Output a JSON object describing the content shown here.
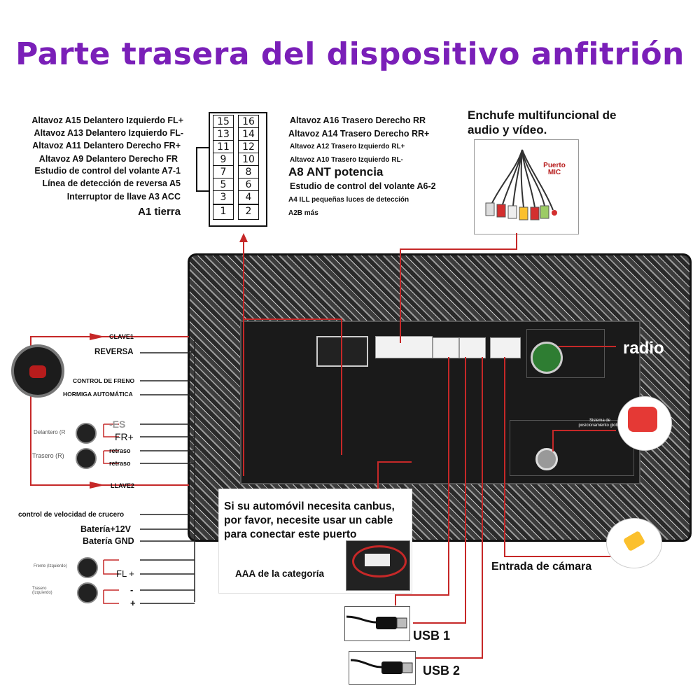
{
  "title": "Parte trasera del dispositivo anfitrión",
  "pinout": {
    "left_labels": [
      "Altavoz A15 Delantero Izquierdo FL+",
      "Altavoz A13 Delantero Izquierdo FL-",
      "Altavoz A11 Delantero Derecho FR+",
      "Altavoz A9 Delantero Derecho FR",
      "Estudio de control del volante A7-1",
      "Línea de detección de reversa A5",
      "Interruptor de llave A3 ACC",
      "A1 tierra"
    ],
    "right_labels": [
      "Altavoz A16 Trasero Derecho RR",
      "Altavoz A14 Trasero Derecho RR+",
      "Altavoz A12 Trasero Izquierdo RL+",
      "Altavoz A10 Trasero Izquierdo RL-",
      "A8 ANT potencia",
      "Estudio de control del volante A6-2",
      "A4 ILL pequeñas luces de detección",
      "A2B más"
    ],
    "left_pins": [
      "15",
      "13",
      "11",
      "9",
      "7",
      "5",
      "3",
      "1"
    ],
    "right_pins": [
      "16",
      "14",
      "12",
      "10",
      "8",
      "6",
      "4",
      "2"
    ]
  },
  "audio_video": {
    "heading_line1": "Enchufe multifuncional de",
    "heading_line2": "audio y vídeo.",
    "mic_label": "Puerto MIC"
  },
  "side_labels": {
    "clave1": "CLAVE1",
    "reversa": "REVERSA",
    "control_freno": "CONTROL DE FRENO",
    "hormiga": "HORMIGA AUTOMÁTICA",
    "delantero": "Delantero (R",
    "es": "-ES",
    "fr_plus": "FR+",
    "trasero": "Trasero (R)",
    "retraso1": "retraso",
    "retraso2": "retraso",
    "llave2": "LLAVE2",
    "crucero": "control de velocidad de crucero",
    "bateria12": "Batería+12V",
    "bateria_gnd": "Batería GND",
    "frente_izq": "Frente (Izquierdo)",
    "fl_plus": "FL +",
    "trasero_izq": "Trasero (Izquierdo)",
    "minus": "-",
    "plus": "+"
  },
  "right_labels": {
    "radio": "radio",
    "gps": "Sistema de posicionamiento global",
    "camera": "Entrada de cámara",
    "usb1": "USB 1",
    "usb2": "USB 2"
  },
  "callout": {
    "text": "Si su automóvil necesita canbus, por favor, necesite usar un cable para conectar este puerto",
    "caption": "AAA de la categoría"
  },
  "colors": {
    "title": "#7a1fb8",
    "wire": "#c62828",
    "panel": "#1a1a1a"
  }
}
